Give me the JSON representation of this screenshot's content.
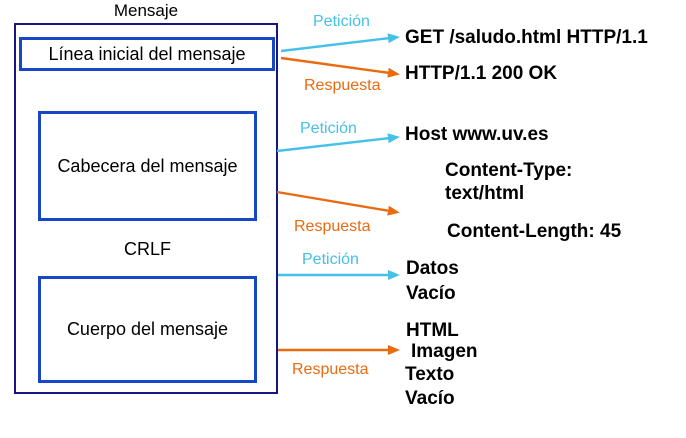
{
  "diagram": {
    "title": "Mensaje",
    "crlf": "CRLF",
    "boxes": [
      {
        "label": "Línea inicial del mensaje"
      },
      {
        "label": "Cabecera del mensaje"
      },
      {
        "label": "Cuerpo del mensaje"
      }
    ],
    "arrow_labels": {
      "peticion": "Petición",
      "respuesta": "Respuesta"
    },
    "colors": {
      "peticion_arrow": "#45c0e8",
      "respuesta_arrow": "#ea6a10",
      "outer_box_border": "#161685",
      "inner_box_border": "#1847c6",
      "text": "#000000"
    },
    "annotations": {
      "peticion_linea": "GET /saludo.html HTTP/1.1",
      "respuesta_linea": "HTTP/1.1 200 OK",
      "peticion_cabecera": "Host www.uv.es",
      "respuesta_cabecera": [
        "Content-Type:",
        "text/html",
        "Content-Length: 45"
      ],
      "peticion_cuerpo": [
        "Datos",
        "Vacío"
      ],
      "respuesta_cuerpo": [
        "HTML",
        "Imagen",
        "Texto",
        "Vacío"
      ]
    }
  }
}
